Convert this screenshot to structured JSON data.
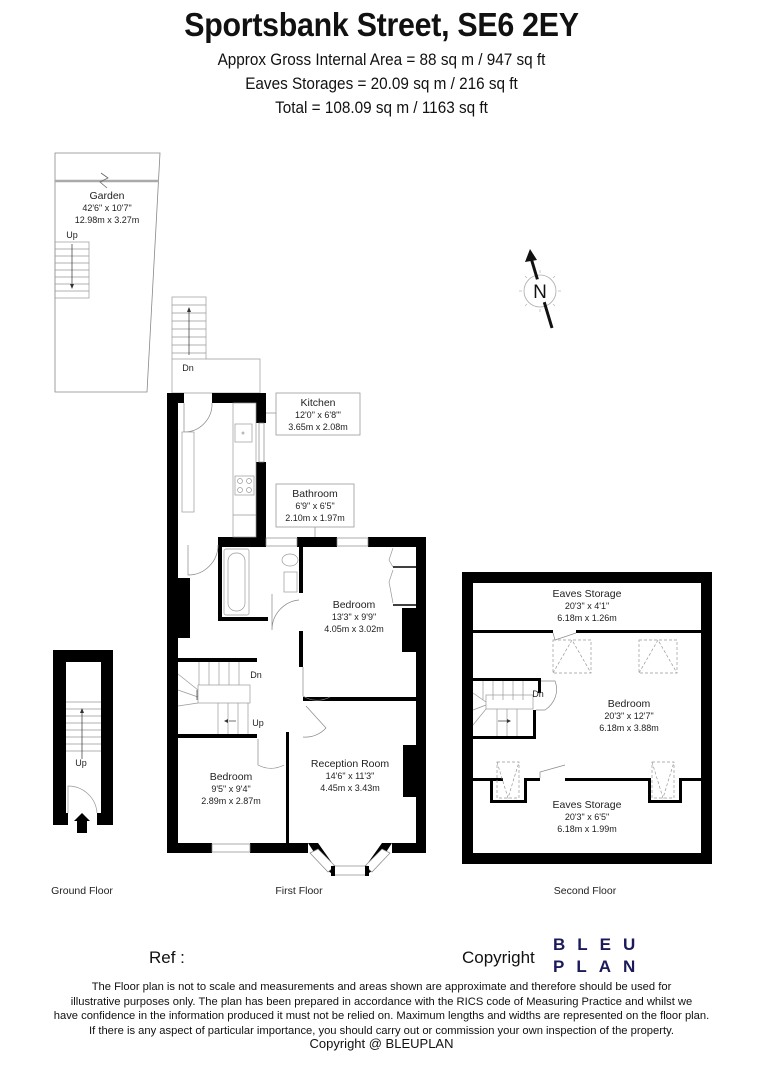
{
  "header": {
    "title": "Sportsbank Street, SE6 2EY",
    "gross_internal_area": "Approx Gross Internal Area = 88 sq m / 947 sq ft",
    "eaves_storages": "Eaves Storages = 20.09 sq m / 216 sq ft",
    "total": "Total = 108.09 sq m / 1163 sq ft"
  },
  "compass": {
    "label": "N"
  },
  "floors": {
    "ground": {
      "label": "Ground Floor",
      "stair_label": "Up"
    },
    "first": {
      "label": "First Floor",
      "garden": {
        "name": "Garden",
        "imperial": "42'6\" x 10'7\"",
        "metric": "12.98m x 3.27m",
        "stair_label": "Up"
      },
      "external_stair_label": "Dn",
      "kitchen": {
        "name": "Kitchen",
        "imperial": "12'0\" x 6'8\"'",
        "metric": "3.65m x 2.08m"
      },
      "bathroom": {
        "name": "Bathroom",
        "imperial": "6'9\" x 6'5\"",
        "metric": "2.10m x 1.97m"
      },
      "bedroom_rear": {
        "name": "Bedroom",
        "imperial": "13'3\" x 9'9\"",
        "metric": "4.05m x 3.02m"
      },
      "bedroom_front": {
        "name": "Bedroom",
        "imperial": "9'5\" x 9'4\"",
        "metric": "2.89m x 2.87m"
      },
      "reception": {
        "name": "Reception Room",
        "imperial": "14'6\" x 11'3\"",
        "metric": "4.45m x 3.43m"
      },
      "stair_down_label": "Dn",
      "stair_up_label": "Up"
    },
    "second": {
      "label": "Second Floor",
      "eaves_top": {
        "name": "Eaves Storage",
        "imperial": "20'3\" x 4'1\"",
        "metric": "6.18m x 1.26m"
      },
      "bedroom": {
        "name": "Bedroom",
        "imperial": "20'3\" x 12'7\"",
        "metric": "6.18m x 3.88m"
      },
      "eaves_bottom": {
        "name": "Eaves Storage",
        "imperial": "20'3\" x 6'5\"",
        "metric": "6.18m x 1.99m"
      },
      "stair_label": "Dn"
    }
  },
  "footer": {
    "ref_label": "Ref  :",
    "copyright_label": "Copyright",
    "logo_line1": "BLEU",
    "logo_line2": "PLAN",
    "logo_color": "#1c1a5a",
    "disclaimer": [
      "The Floor plan is not to scale and measurements and areas shown are approximate and therefore should be used for",
      "illustrative purposes only. The plan has been prepared in accordance with the RICS code of Measuring Practice and whilst we",
      "have confidence in the information produced it must not be relied on. Maximum lengths and widths are represented on the floor plan.",
      "If there is any aspect of particular importance, you should carry out or commission your own inspection of the property."
    ],
    "copyright_notice": "Copyright @ BLEUPLAN"
  }
}
